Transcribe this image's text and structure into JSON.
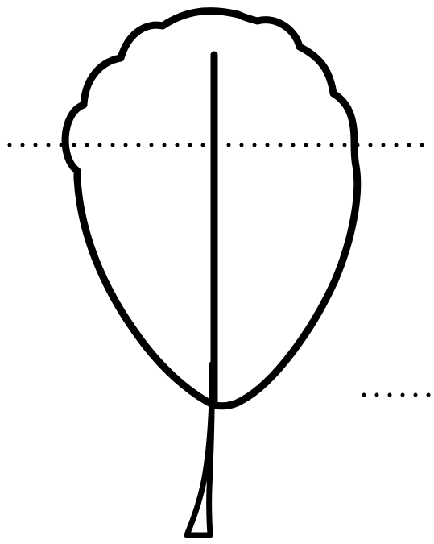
{
  "diagram": {
    "subject": "leaf-outline",
    "colors": {
      "stroke": "#000000",
      "background": "#ffffff"
    },
    "guide_lines": {
      "style": "dotted",
      "count": 2
    }
  }
}
